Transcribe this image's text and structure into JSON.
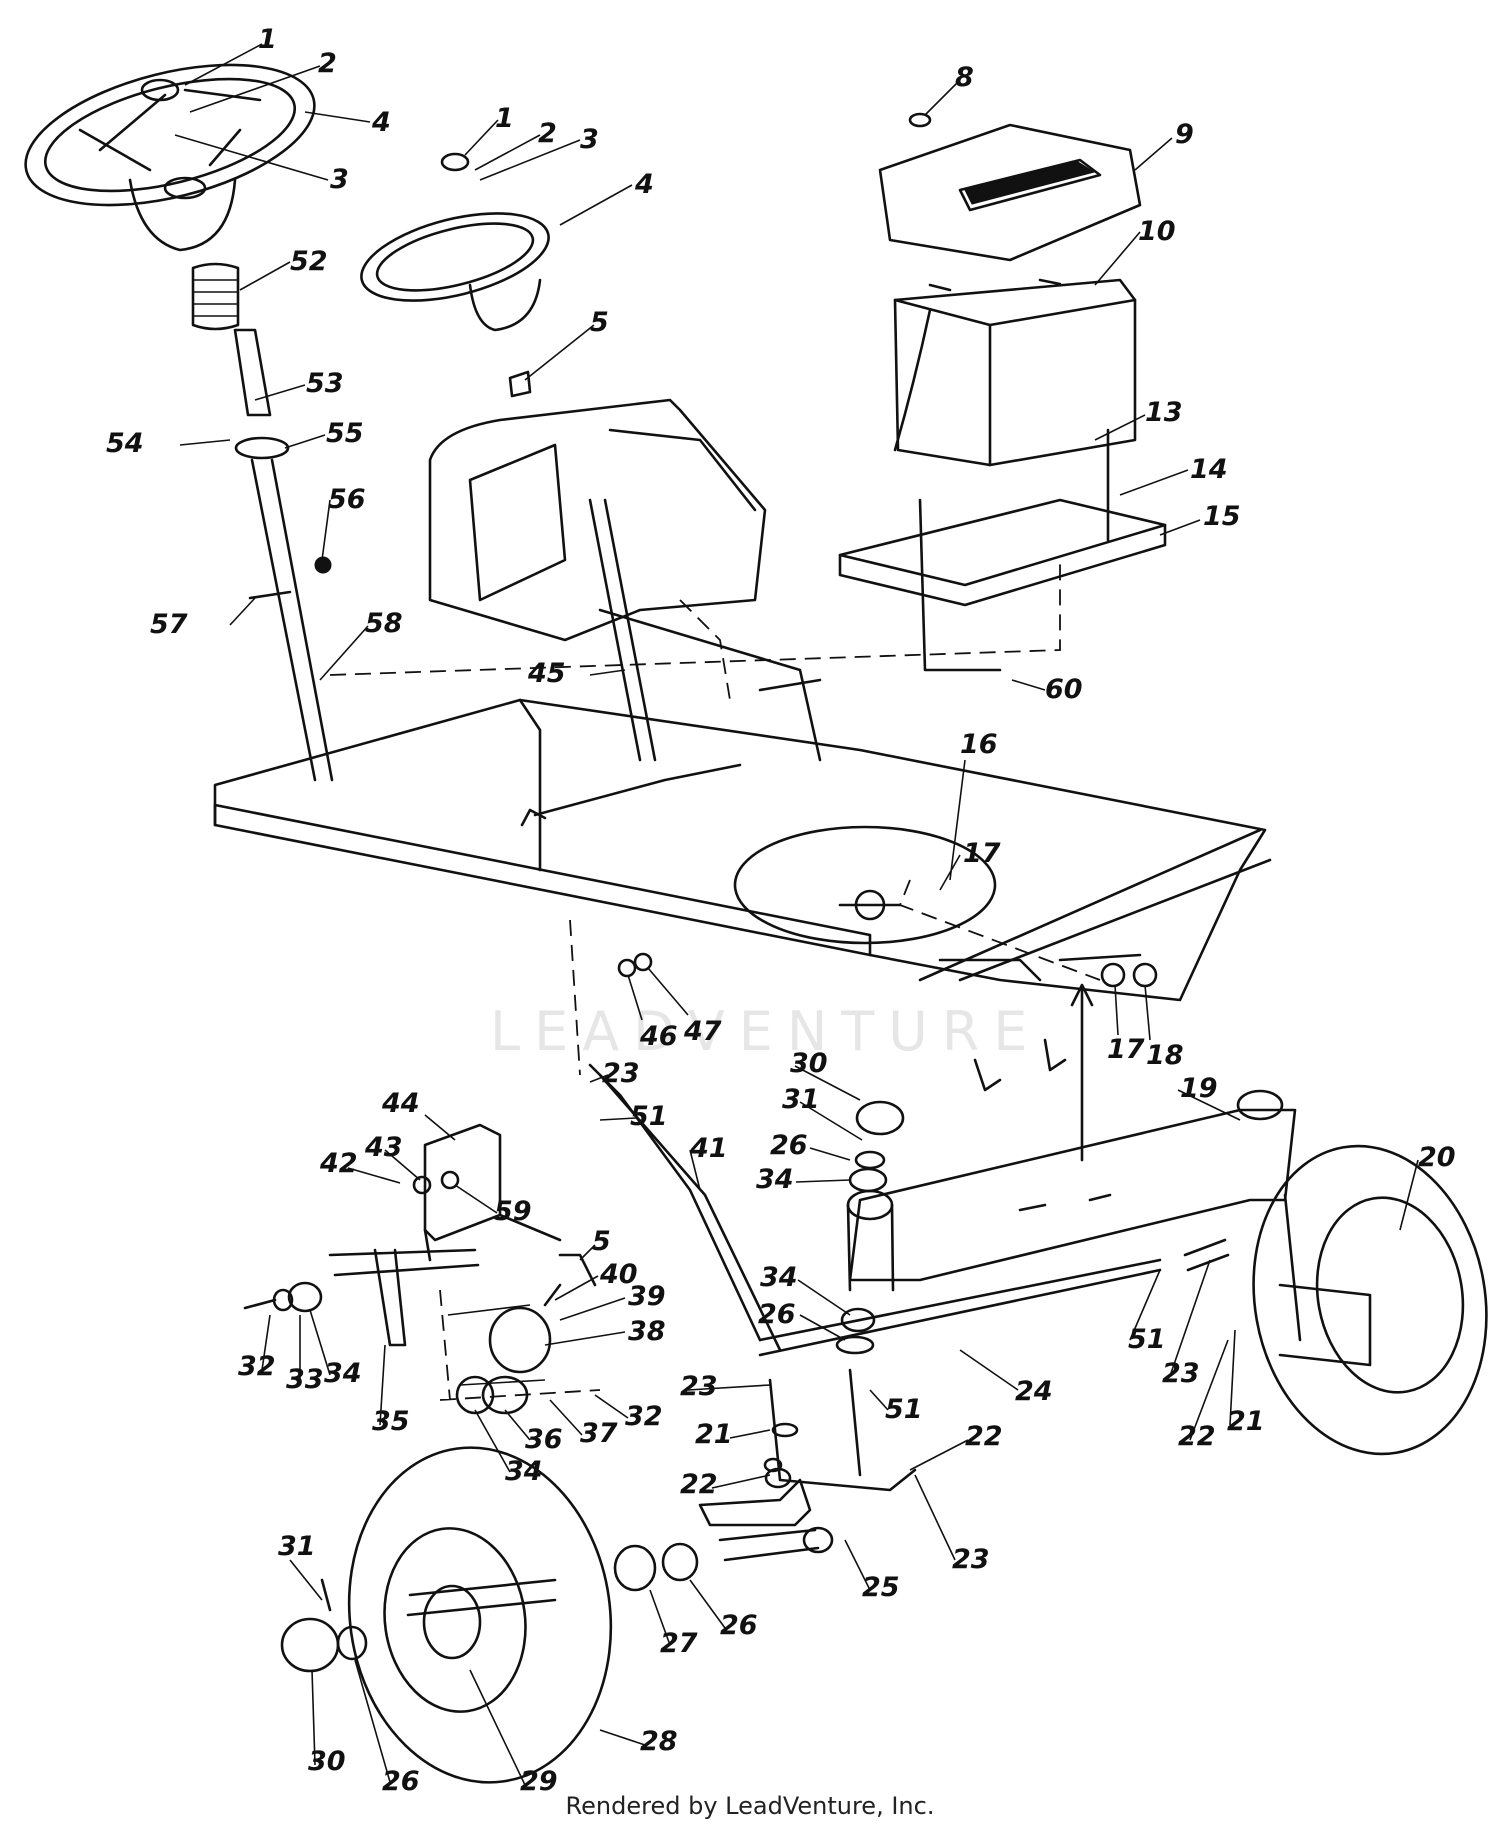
{
  "diagram": {
    "watermark": "LEADVENTURE",
    "footer": "Rendered by LeadVenture, Inc.",
    "callouts": [
      {
        "id": "c1a",
        "label": "1"
      },
      {
        "id": "c2a",
        "label": "2"
      },
      {
        "id": "c4a",
        "label": "4"
      },
      {
        "id": "c3a",
        "label": "3"
      },
      {
        "id": "c52",
        "label": "52"
      },
      {
        "id": "c53",
        "label": "53"
      },
      {
        "id": "c54",
        "label": "54"
      },
      {
        "id": "c55",
        "label": "55"
      },
      {
        "id": "c56",
        "label": "56"
      },
      {
        "id": "c57",
        "label": "57"
      },
      {
        "id": "c58",
        "label": "58"
      },
      {
        "id": "c1b",
        "label": "1"
      },
      {
        "id": "c2b",
        "label": "2"
      },
      {
        "id": "c3b",
        "label": "3"
      },
      {
        "id": "c4b",
        "label": "4"
      },
      {
        "id": "c5a",
        "label": "5"
      },
      {
        "id": "c45",
        "label": "45"
      },
      {
        "id": "c8",
        "label": "8"
      },
      {
        "id": "c9",
        "label": "9"
      },
      {
        "id": "c10",
        "label": "10"
      },
      {
        "id": "c13",
        "label": "13"
      },
      {
        "id": "c14",
        "label": "14"
      },
      {
        "id": "c15",
        "label": "15"
      },
      {
        "id": "c60",
        "label": "60"
      },
      {
        "id": "c16",
        "label": "16"
      },
      {
        "id": "c17a",
        "label": "17"
      },
      {
        "id": "c46",
        "label": "46"
      },
      {
        "id": "c47",
        "label": "47"
      },
      {
        "id": "c17b",
        "label": "17"
      },
      {
        "id": "c18",
        "label": "18"
      },
      {
        "id": "c19",
        "label": "19"
      },
      {
        "id": "c20",
        "label": "20"
      },
      {
        "id": "c30a",
        "label": "30"
      },
      {
        "id": "c31a",
        "label": "31"
      },
      {
        "id": "c26a",
        "label": "26"
      },
      {
        "id": "c34a",
        "label": "34"
      },
      {
        "id": "c23a",
        "label": "23"
      },
      {
        "id": "c51a",
        "label": "51"
      },
      {
        "id": "c41",
        "label": "41"
      },
      {
        "id": "c44",
        "label": "44"
      },
      {
        "id": "c42",
        "label": "42"
      },
      {
        "id": "c43",
        "label": "43"
      },
      {
        "id": "c59",
        "label": "59"
      },
      {
        "id": "c5b",
        "label": "5"
      },
      {
        "id": "c40",
        "label": "40"
      },
      {
        "id": "c39",
        "label": "39"
      },
      {
        "id": "c38",
        "label": "38"
      },
      {
        "id": "c32a",
        "label": "32"
      },
      {
        "id": "c33",
        "label": "33"
      },
      {
        "id": "c34b",
        "label": "34"
      },
      {
        "id": "c35",
        "label": "35"
      },
      {
        "id": "c34c",
        "label": "34"
      },
      {
        "id": "c36",
        "label": "36"
      },
      {
        "id": "c37",
        "label": "37"
      },
      {
        "id": "c32b",
        "label": "32"
      },
      {
        "id": "c34d",
        "label": "34"
      },
      {
        "id": "c26b",
        "label": "26"
      },
      {
        "id": "c23b",
        "label": "23"
      },
      {
        "id": "c51b",
        "label": "51"
      },
      {
        "id": "c24",
        "label": "24"
      },
      {
        "id": "c51c",
        "label": "51"
      },
      {
        "id": "c23c",
        "label": "23"
      },
      {
        "id": "c22a",
        "label": "22"
      },
      {
        "id": "c21a",
        "label": "21"
      },
      {
        "id": "c21b",
        "label": "21"
      },
      {
        "id": "c22b",
        "label": "22"
      },
      {
        "id": "c22c",
        "label": "22"
      },
      {
        "id": "c23d",
        "label": "23"
      },
      {
        "id": "c25",
        "label": "25"
      },
      {
        "id": "c27",
        "label": "27"
      },
      {
        "id": "c26c",
        "label": "26"
      },
      {
        "id": "c31b",
        "label": "31"
      },
      {
        "id": "c30b",
        "label": "30"
      },
      {
        "id": "c26d",
        "label": "26"
      },
      {
        "id": "c29",
        "label": "29"
      },
      {
        "id": "c28",
        "label": "28"
      }
    ]
  }
}
